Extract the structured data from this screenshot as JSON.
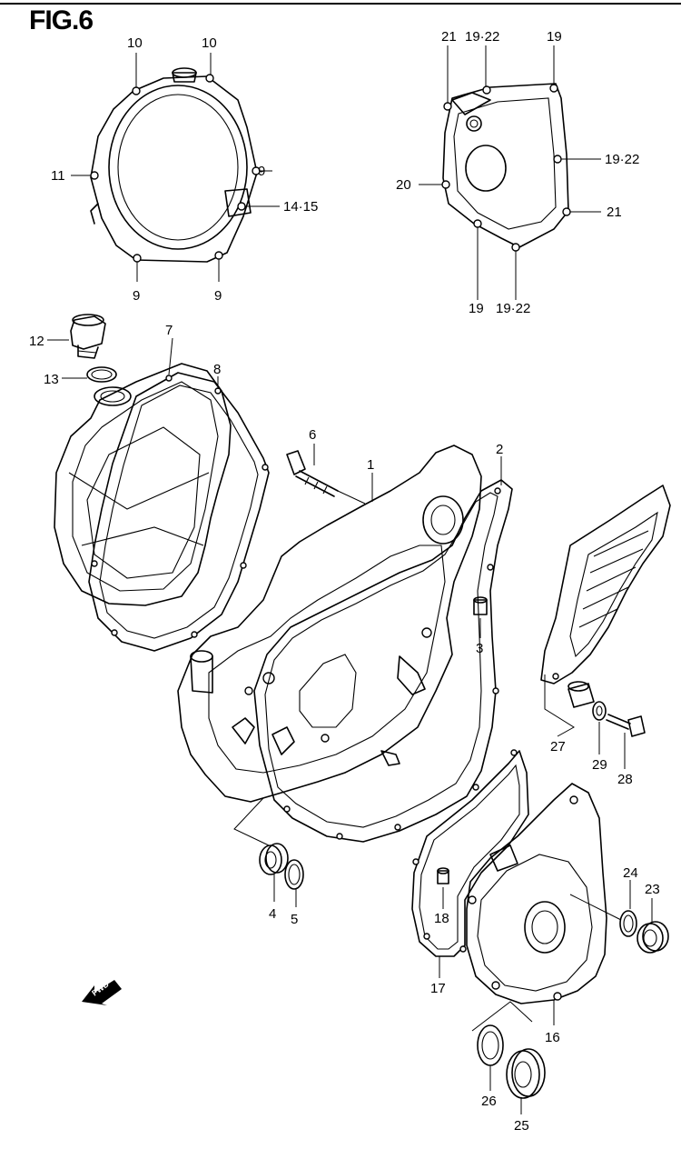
{
  "figure": {
    "title": "FIG.6"
  },
  "colors": {
    "line": "#000000",
    "background": "#ffffff"
  },
  "parts": {
    "p1": "1",
    "p2": "2",
    "p3": "3",
    "p4": "4",
    "p5": "5",
    "p6": "6",
    "p7": "7",
    "p8": "8",
    "p9": "9",
    "p10": "10",
    "p11": "11",
    "p12": "12",
    "p13": "13",
    "p14_15": "14·15",
    "p16": "16",
    "p17": "17",
    "p18": "18",
    "p19": "19",
    "p19_22": "19·22",
    "p20": "20",
    "p21": "21",
    "p23": "23",
    "p24": "24",
    "p25": "25",
    "p26": "26",
    "p27": "27",
    "p28": "28",
    "p29": "29"
  },
  "direction_badge": {
    "text": "FWD",
    "icon": "fwd-arrow-icon"
  }
}
